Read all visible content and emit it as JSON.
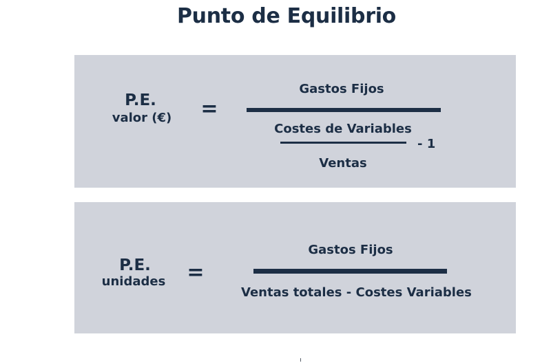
{
  "title": "Punto de Equilibrio",
  "formula_value": {
    "label_top": "P.E.",
    "label_sub": "valor (€)",
    "equals": "=",
    "numerator": "Gastos Fijos",
    "inner_numerator": "Costes de Variables",
    "inner_denominator": "Ventas",
    "minus_term": "- 1"
  },
  "formula_units": {
    "label_top": "P.E.",
    "label_sub": "unidades",
    "equals": "=",
    "numerator": "Gastos Fijos",
    "denominator": "Ventas totales - Costes Variables"
  },
  "colors": {
    "text": "#1c2e45",
    "panel": "#d0d3db",
    "background": "#ffffff"
  }
}
